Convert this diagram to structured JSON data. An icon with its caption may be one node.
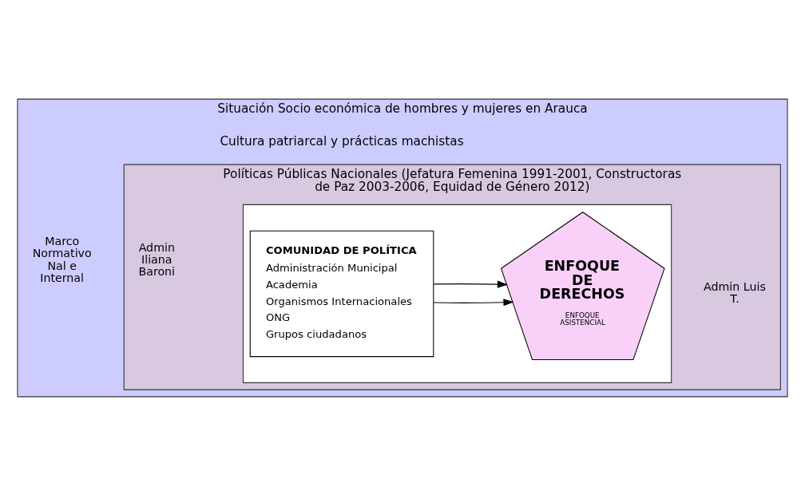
{
  "diagram": {
    "nodes": [
      {
        "text": [
          "Situación Socio económica de hombres y mujeres en Arauca",
          "Cultura patriarcal y prácticas machistas"
        ]
      },
      {
        "text": [
          "Políticas Públicas Nacionales (Jefatura Femenina 1991-2001, Constructoras de Paz 2003-2006, Equidad de Género 2012)"
        ],
        "in": 0
      },
      {
        "text": [],
        "shape": "box",
        "in": 1
      },
      {
        "text": [
          "COMUNIDAD DE POLÍTICA",
          "Administración Municipal",
          "Academia",
          "Organismos Internacionales",
          "ONG",
          "Grupos ciudadanos"
        ],
        "in": 2
      },
      {
        "text": [
          "ENFOQUE DE DERECHOS",
          "ENFOQUE ASISTENCIAL"
        ],
        "in": 2
      }
    ],
    "edges": [
      {
        "from": 3,
        "to": 4,
        "arrow": "to"
      },
      {
        "from": 3,
        "to": 4,
        "arrow": "to"
      }
    ],
    "labels": [
      "Marco Normativo Nal e Internal",
      "Admin Iliana Baroni",
      "Admin Luis T."
    ]
  }
}
